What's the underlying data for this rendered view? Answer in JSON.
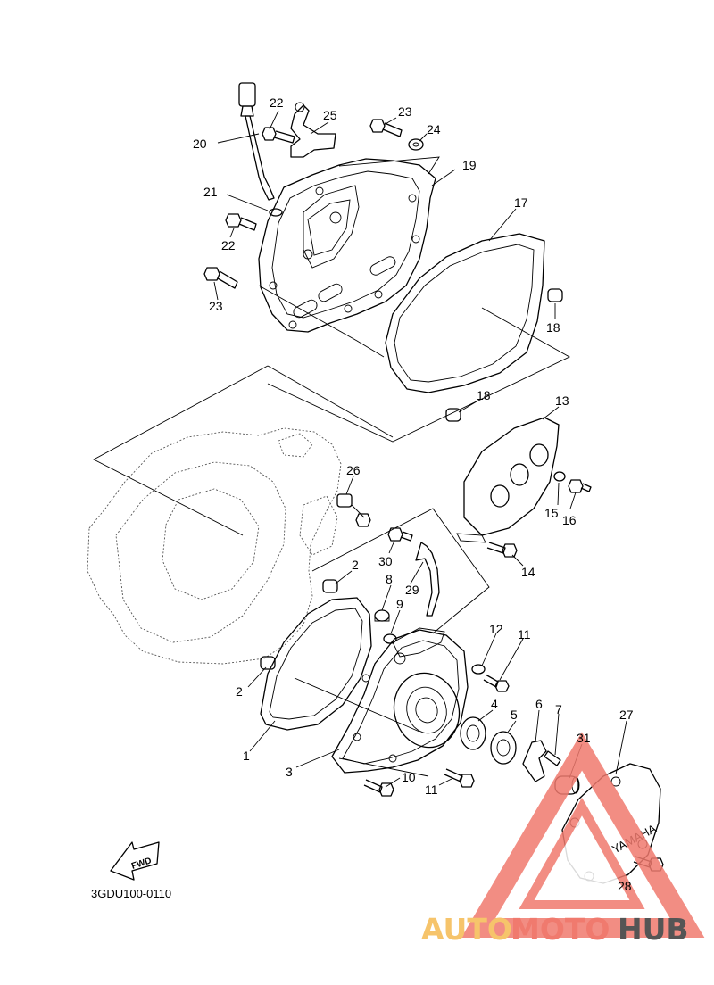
{
  "diagram": {
    "code": "3GDU100-0110",
    "fwd_label": "FWD",
    "brand_mark": "YAMAHA",
    "callouts": [
      {
        "id": "c20",
        "label": "20"
      },
      {
        "id": "c22a",
        "label": "22"
      },
      {
        "id": "c25",
        "label": "25"
      },
      {
        "id": "c23a",
        "label": "23"
      },
      {
        "id": "c24",
        "label": "24"
      },
      {
        "id": "c19",
        "label": "19"
      },
      {
        "id": "c21",
        "label": "21"
      },
      {
        "id": "c22b",
        "label": "22"
      },
      {
        "id": "c17",
        "label": "17"
      },
      {
        "id": "c23b",
        "label": "23"
      },
      {
        "id": "c18a",
        "label": "18"
      },
      {
        "id": "c18b",
        "label": "18"
      },
      {
        "id": "c13",
        "label": "13"
      },
      {
        "id": "c26",
        "label": "26"
      },
      {
        "id": "c15",
        "label": "15"
      },
      {
        "id": "c16",
        "label": "16"
      },
      {
        "id": "c30",
        "label": "30"
      },
      {
        "id": "c14",
        "label": "14"
      },
      {
        "id": "c2a",
        "label": "2"
      },
      {
        "id": "c8",
        "label": "8"
      },
      {
        "id": "c29",
        "label": "29"
      },
      {
        "id": "c9",
        "label": "9"
      },
      {
        "id": "c12",
        "label": "12"
      },
      {
        "id": "c11a",
        "label": "11"
      },
      {
        "id": "c2b",
        "label": "2"
      },
      {
        "id": "c4",
        "label": "4"
      },
      {
        "id": "c5",
        "label": "5"
      },
      {
        "id": "c6",
        "label": "6"
      },
      {
        "id": "c7",
        "label": "7"
      },
      {
        "id": "c27",
        "label": "27"
      },
      {
        "id": "c31",
        "label": "31"
      },
      {
        "id": "c1",
        "label": "1"
      },
      {
        "id": "c3",
        "label": "3"
      },
      {
        "id": "c10",
        "label": "10"
      },
      {
        "id": "c11b",
        "label": "11"
      },
      {
        "id": "c28",
        "label": "28"
      }
    ]
  },
  "watermark": {
    "part1": "AUTO",
    "part2": "MOTO",
    "part3": "HUB",
    "colors": {
      "auto": "#f6c46b",
      "moto": "#f07a6e",
      "hub": "#555555",
      "triangle": "#f07a6e"
    }
  }
}
